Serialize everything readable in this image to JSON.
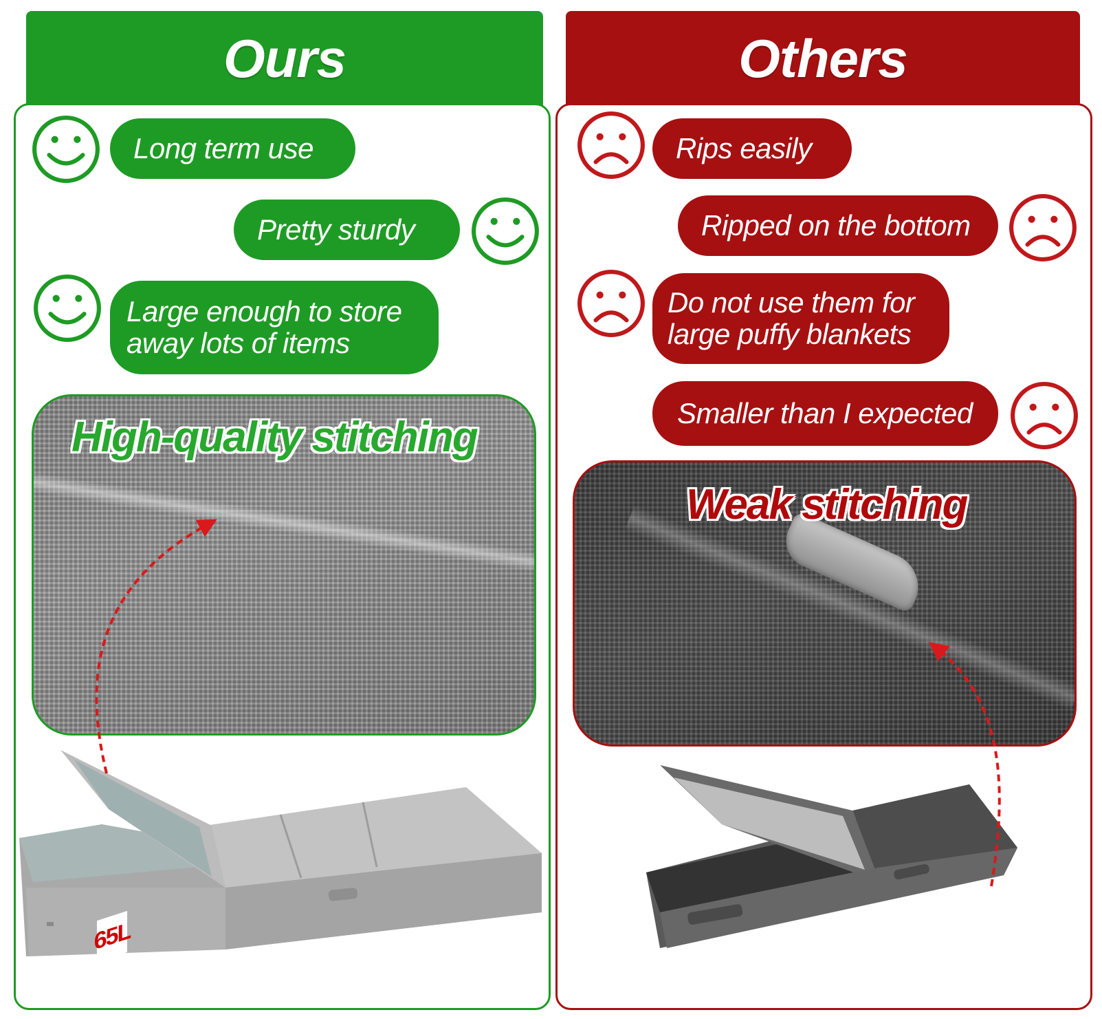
{
  "ours": {
    "title": "Ours",
    "color": "#1e9b24",
    "pros": [
      "Long term use",
      "Pretty sturdy"
    ],
    "pro3_line1": "Large enough to store",
    "pro3_line2": "away lots of items",
    "photo_title": "High-quality stitching",
    "capacity_badge": "65L",
    "face_icon": "smiley-face-icon"
  },
  "others": {
    "title": "Others",
    "color": "#a61011",
    "cons": [
      "Rips easily",
      "Ripped on the bottom"
    ],
    "con3_line1": "Do not use them for",
    "con3_line2": "large puffy blankets",
    "con4": "Smaller than I expected",
    "photo_title": "Weak stitching",
    "face_icon": "sad-face-icon"
  }
}
